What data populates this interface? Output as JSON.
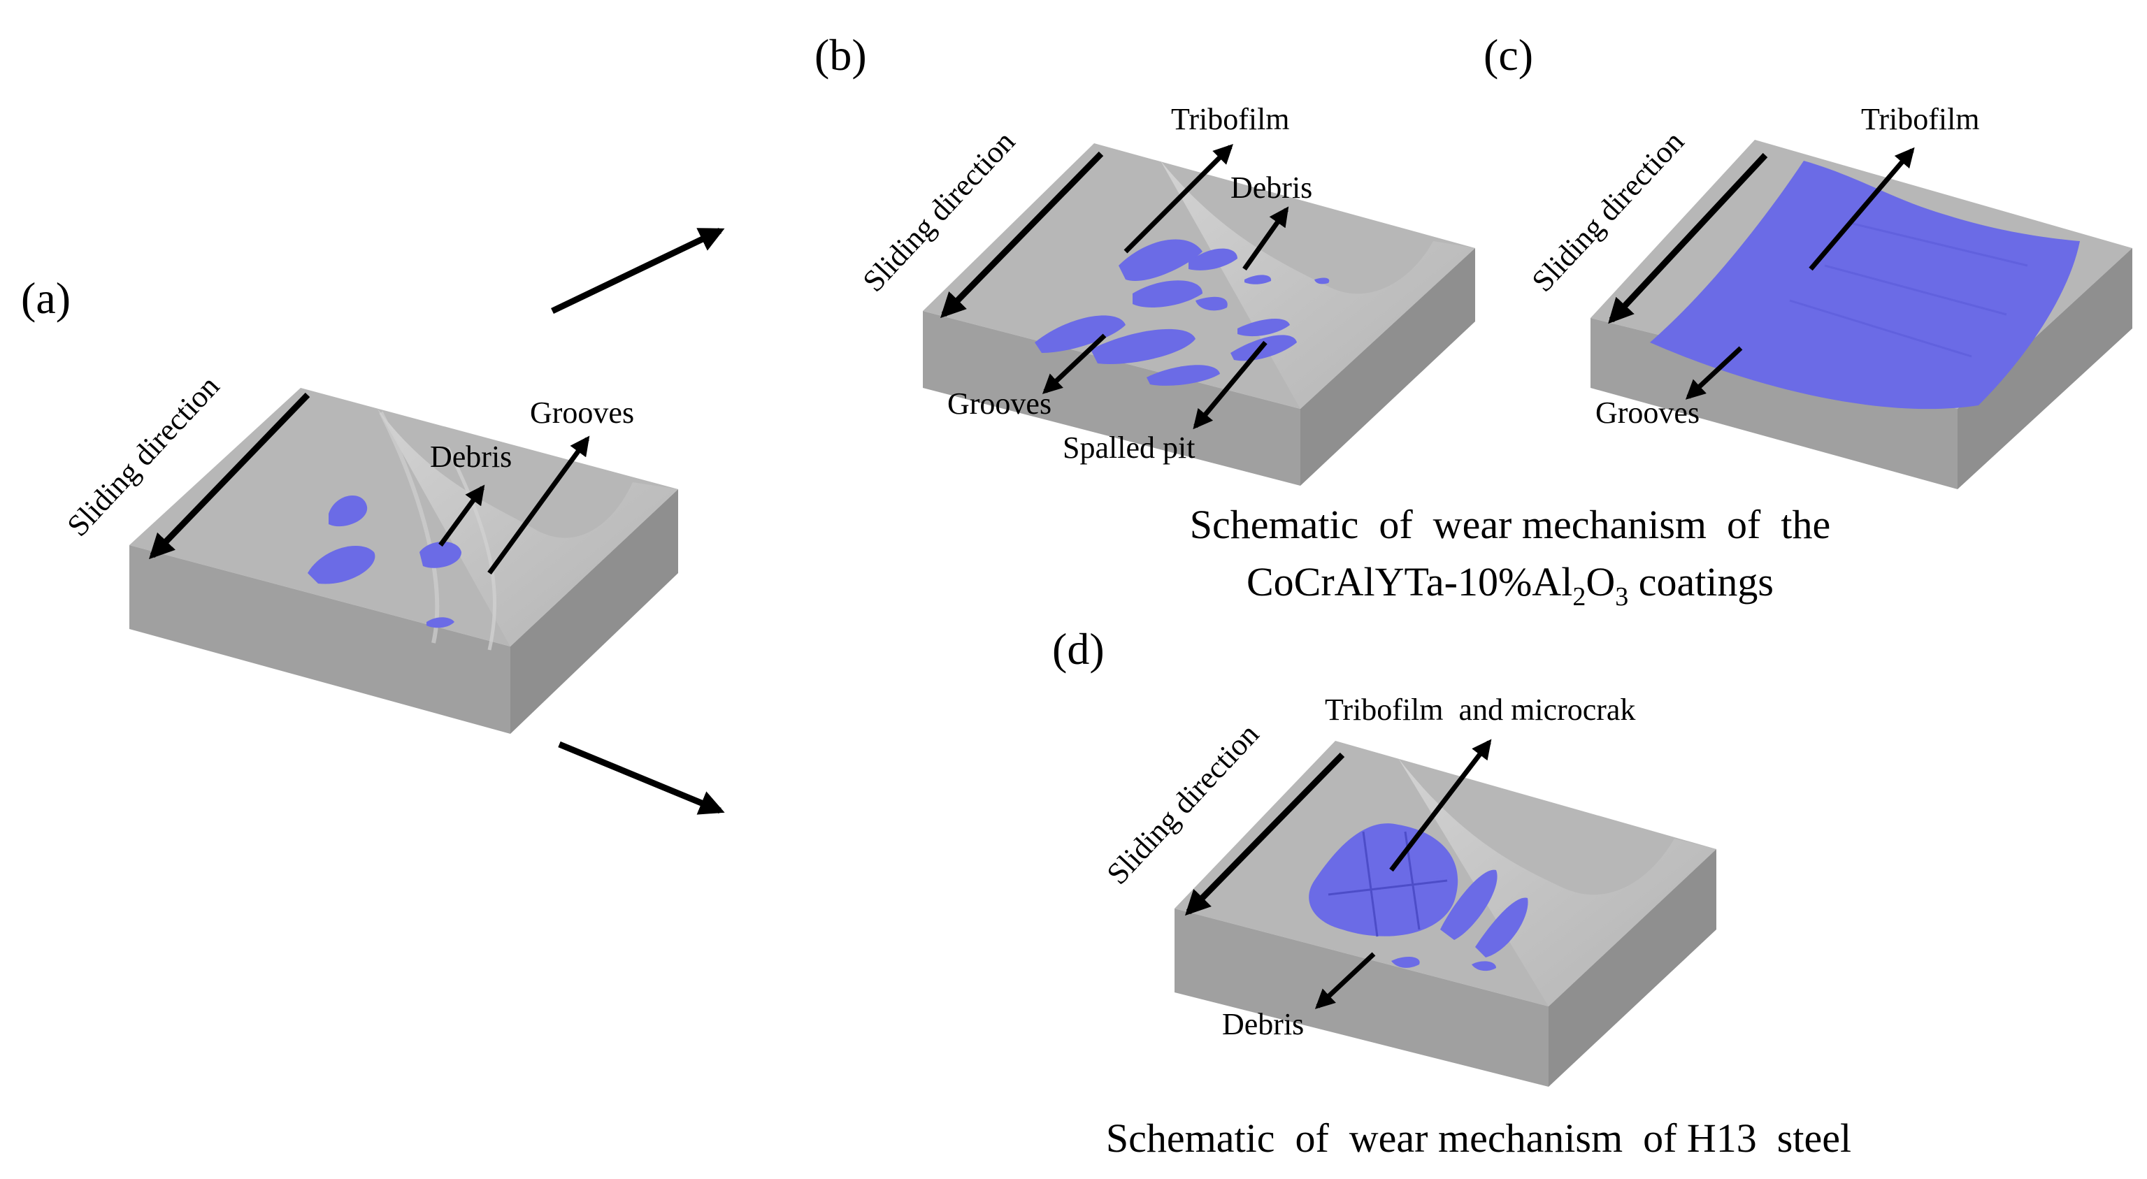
{
  "panels": {
    "a": {
      "letter": "(a)",
      "sliding_label": "Sliding direction",
      "callouts": {
        "debris": "Debris",
        "grooves": "Grooves"
      }
    },
    "b": {
      "letter": "(b)",
      "sliding_label": "Sliding direction",
      "callouts": {
        "tribofilm": "Tribofilm",
        "debris": "Debris",
        "grooves": "Grooves",
        "spalled_pit": "Spalled pit"
      }
    },
    "c": {
      "letter": "(c)",
      "sliding_label": "Sliding direction",
      "callouts": {
        "tribofilm": "Tribofilm",
        "grooves": "Grooves"
      }
    },
    "d": {
      "letter": "(d)",
      "sliding_label": "Sliding direction",
      "callouts": {
        "tribofilm_microcrack": "Tribofilm  and microcrak",
        "debris": "Debris"
      }
    }
  },
  "captions": {
    "coatings_line1": "Schematic  of  wear mechanism  of  the",
    "coatings_line2_a": "CoCrAlYTa-10%Al",
    "coatings_sub1": "2",
    "coatings_mid": "O",
    "coatings_sub2": "3",
    "coatings_line2_b": " coatings",
    "steel": "Schematic  of  wear mechanism  of H13  steel"
  },
  "colors": {
    "block_top": "#b9b9b9",
    "block_front": "#9d9d9d",
    "block_right": "#8c8c8c",
    "groove": "#cdcdcd",
    "tribofilm": "#6b6be6",
    "arrow": "#000000"
  }
}
